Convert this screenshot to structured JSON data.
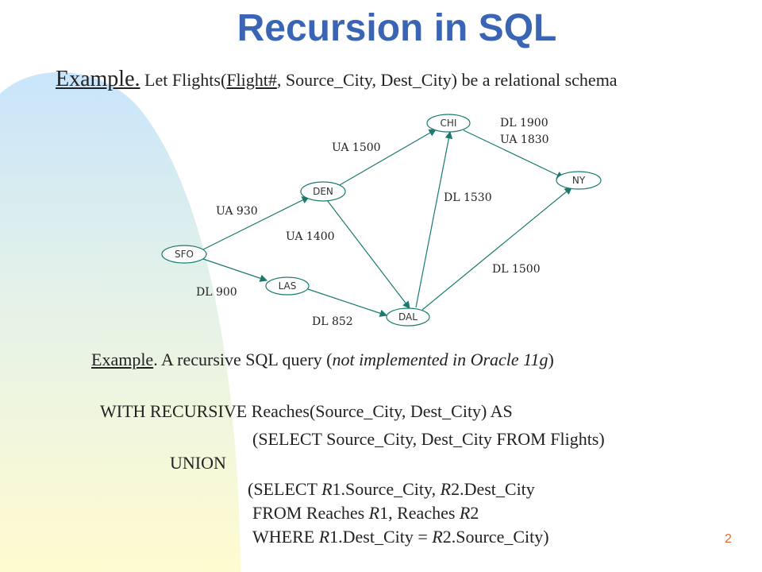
{
  "title": "Recursion in SQL",
  "schema_line": {
    "example_label": "Example.",
    "text_before": " Let Flights(",
    "key_attr": "Flight#",
    "text_after": ", Source_City, Dest_City) be a relational schema"
  },
  "graph": {
    "nodes": {
      "sfo": "SFO",
      "den": "DEN",
      "chi": "CHI",
      "ny": "NY",
      "las": "LAS",
      "dal": "DAL"
    },
    "edges": {
      "sfo_den": "UA 930",
      "den_chi": "UA 1500",
      "chi_ny_1": "DL 1900",
      "chi_ny_2": "UA 1830",
      "den_dal": "UA 1400",
      "dal_chi": "DL 1530",
      "dal_ny": "DL 1500",
      "sfo_las": "DL 900",
      "las_dal": "DL 852"
    }
  },
  "example2": {
    "label": "Example",
    "text_a": ". A recursive SQL query (",
    "italic": "not implemented in Oracle 11g",
    "text_b": ")"
  },
  "code": {
    "line1": "WITH RECURSIVE Reaches(Source_City, Dest_City) AS",
    "line2": "(SELECT Source_City, Dest_City FROM Flights)",
    "line3": "UNION",
    "line4_a": "(SELECT ",
    "line4_r1": "R",
    "line4_b": "1.Source_City, ",
    "line4_r2": "R",
    "line4_c": "2.Dest_City",
    "line5_a": "FROM Reaches ",
    "line5_r1": "R",
    "line5_b": "1, Reaches ",
    "line5_r2": "R",
    "line5_c": "2",
    "line6_a": "WHERE ",
    "line6_r1": "R",
    "line6_b": "1.Dest_City = ",
    "line6_r2": "R",
    "line6_c": "2.Source_City)"
  },
  "page_number": "2",
  "colors": {
    "title": "#3a64b4",
    "page_number": "#e06a2a",
    "background_blue": "#cfe8fb",
    "background_yellow": "#fffbd2"
  }
}
